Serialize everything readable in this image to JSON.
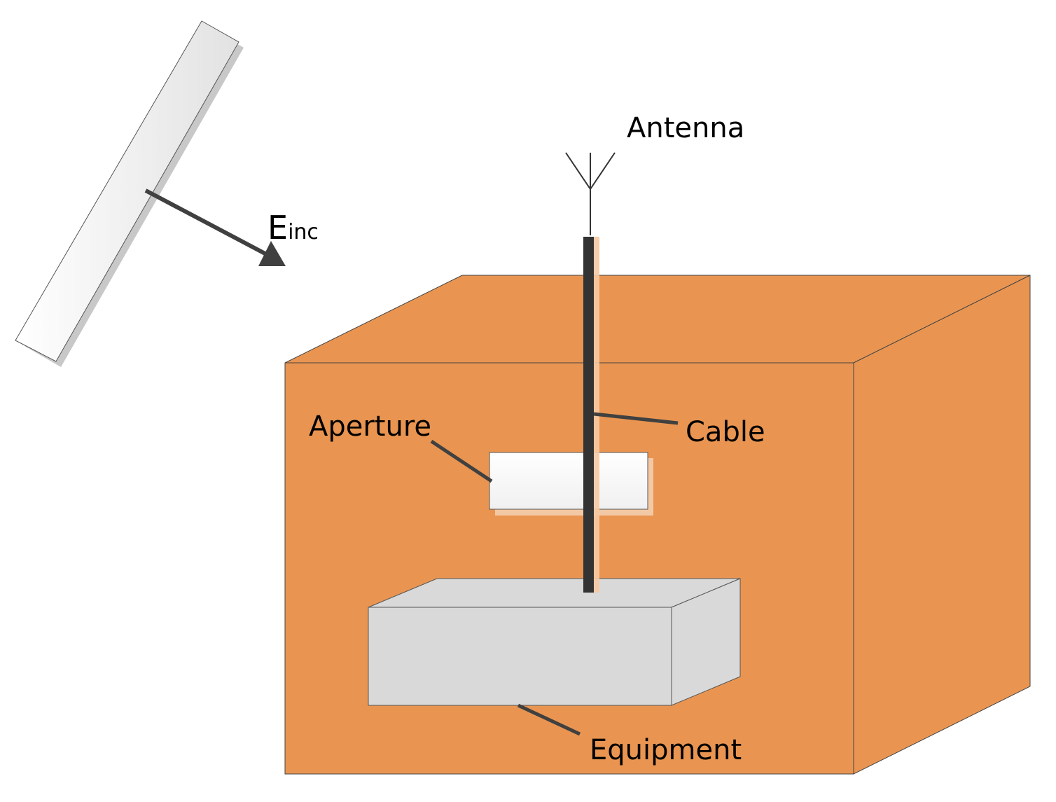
{
  "labels": {
    "antenna": "Antenna",
    "e_main": "E",
    "e_sub": "inc",
    "aperture": "Aperture",
    "cable": "Cable",
    "equipment": "Equipment"
  },
  "colors": {
    "enclosure": "#e99551",
    "equipment": "#d9d9d9",
    "cable": "#333333",
    "leader": "#404040",
    "plate": "#f2f2f2"
  }
}
